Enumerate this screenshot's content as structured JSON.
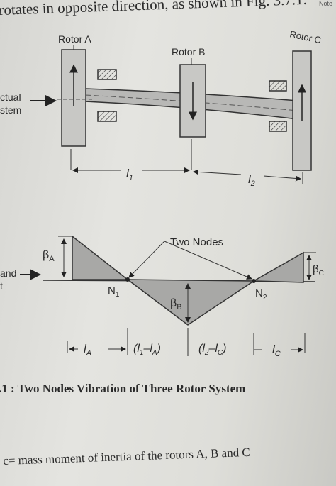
{
  "header_text": "rotates in opposite direction, as shown in Fig. 3.7.1.",
  "corner_mark": "Note",
  "top_diagram": {
    "rotor_a": "Rotor A",
    "rotor_b": "Rotor B",
    "rotor_c": "Rotor C",
    "actual_system_line1": "ctual",
    "actual_system_line2": "stem",
    "length_1": "l",
    "length_1_sub": "1",
    "length_2": "l",
    "length_2_sub": "2"
  },
  "bottom_diagram": {
    "two_nodes": "Two Nodes",
    "beta_a": "β",
    "beta_a_sub": "A",
    "beta_b": "β",
    "beta_b_sub": "B",
    "beta_c": "β",
    "beta_c_sub": "C",
    "node_1": "N",
    "node_1_sub": "1",
    "node_2": "N",
    "node_2_sub": "2",
    "left_label_line1": "and",
    "left_label_line2": "t",
    "dim_la": "l",
    "dim_la_sub": "A",
    "dim_mid1": "(l",
    "dim_mid1_sub1": "1",
    "dim_mid1_dash": "–l",
    "dim_mid1_sub2": "A",
    "dim_mid1_close": ")",
    "dim_mid2": "(l",
    "dim_mid2_sub1": "2",
    "dim_mid2_dash": "–l",
    "dim_mid2_sub2": "C",
    "dim_mid2_close": ")",
    "dim_lc": "l",
    "dim_lc_sub": "C"
  },
  "caption": ".1 : Two Nodes Vibration of Three Rotor System",
  "footer_text": "c=    mass moment of inertia of the rotors A, B and C"
}
